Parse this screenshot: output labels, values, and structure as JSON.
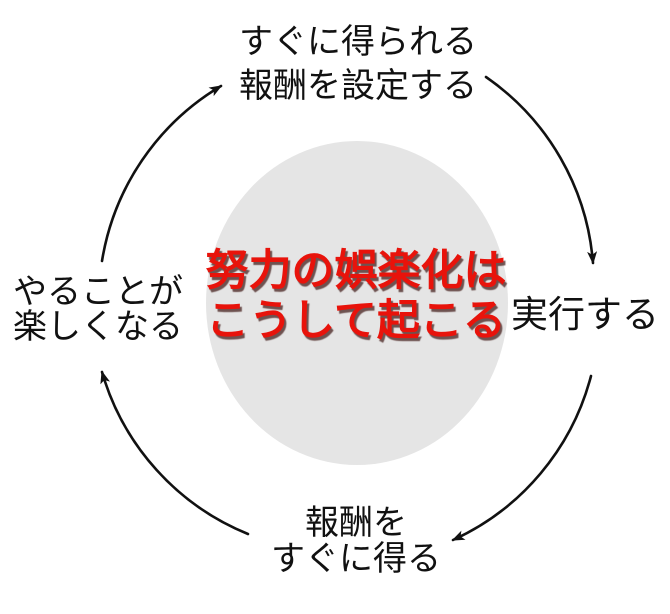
{
  "colors": {
    "background": "#ffffff",
    "circle_fill": "#e5e5e5",
    "center_text": "#e8130b",
    "center_text_shadow": "rgba(80,45,42,0.8)",
    "label_text": "#111111",
    "arrow": "#111111"
  },
  "diagram": {
    "type": "cycle",
    "direction": "clockwise",
    "center": {
      "line1": "努力の娯楽化は",
      "line2": "こうして起こる"
    },
    "nodes": {
      "top": {
        "line1": "すぐに得られる",
        "line2": "報酬を設定する"
      },
      "right": {
        "line1": "実行する"
      },
      "bottom": {
        "line1": "報酬を",
        "line2": "すぐに得る"
      },
      "left": {
        "line1": "やることが",
        "line2": "楽しくなる"
      }
    },
    "arrows": [
      {
        "from": "top",
        "to": "right"
      },
      {
        "from": "right",
        "to": "bottom"
      },
      {
        "from": "bottom",
        "to": "left"
      },
      {
        "from": "left",
        "to": "top"
      }
    ]
  }
}
